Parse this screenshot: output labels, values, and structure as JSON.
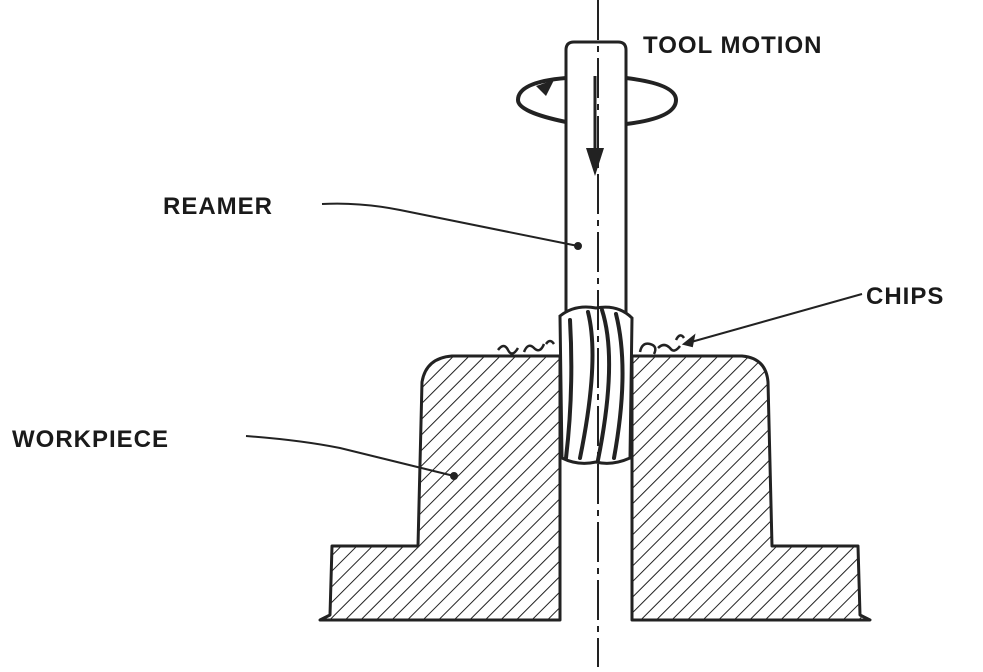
{
  "labels": {
    "tool_motion": "TOOL MOTION",
    "reamer": "REAMER",
    "chips": "CHIPS",
    "workpiece": "WORKPIECE"
  },
  "colors": {
    "ink": "#1a1a1a",
    "background": "#ffffff"
  }
}
